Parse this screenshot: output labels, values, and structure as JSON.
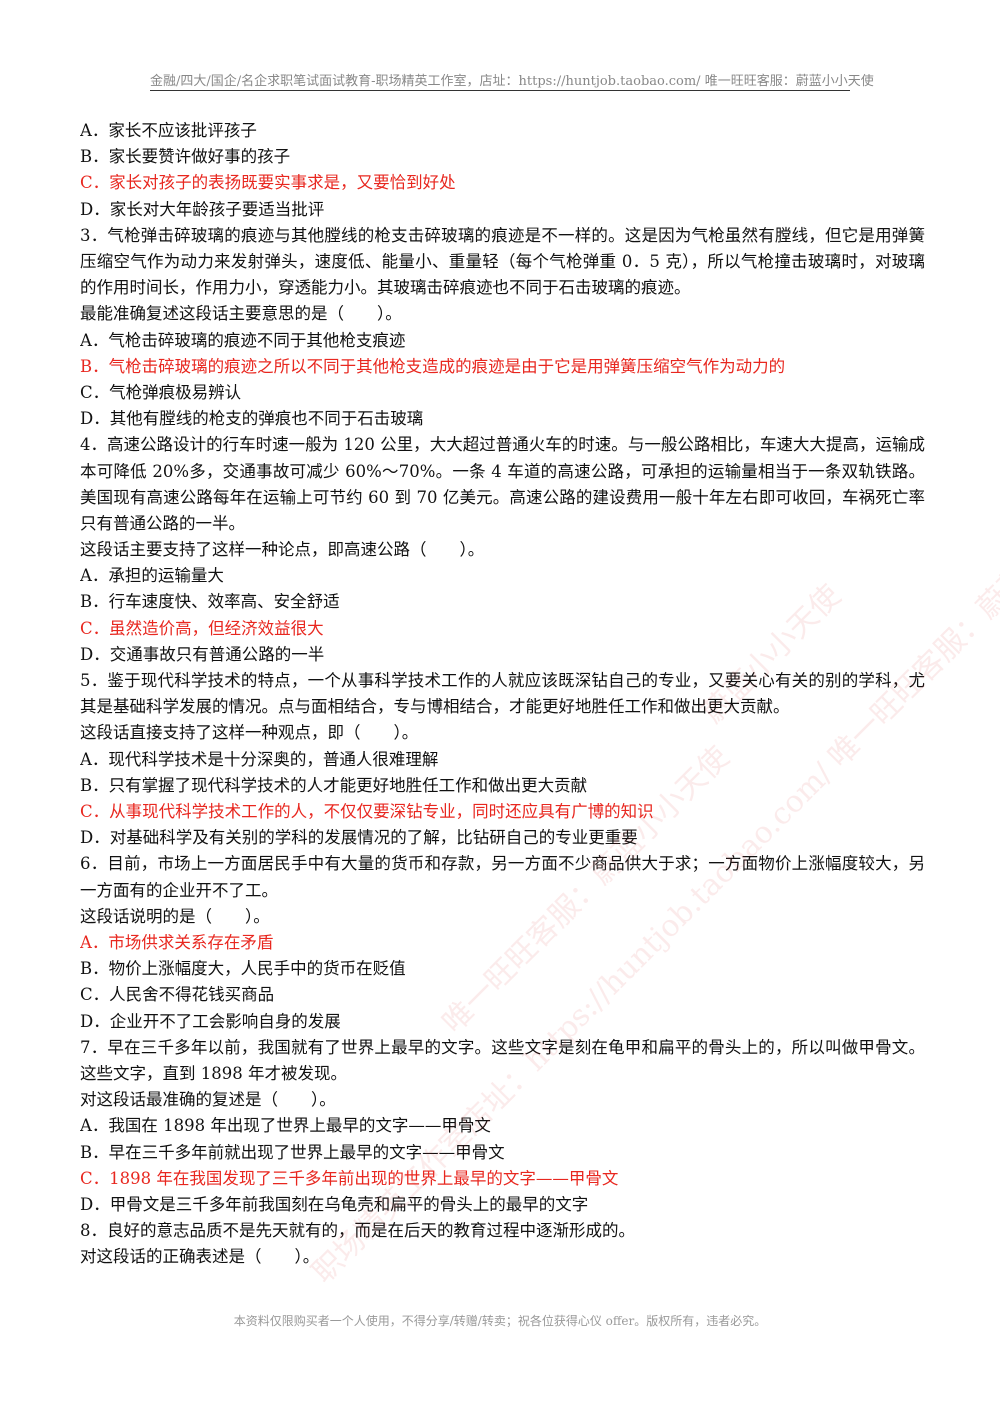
{
  "header": {
    "text": "金融/四大/国企/名企求职笔试面试教育-职场精英工作室，店址：https://huntjob.taobao.com/  唯一旺旺客服：蔚蓝小小天使"
  },
  "body": {
    "q2_options": {
      "a": "A．家长不应该批评孩子",
      "b": "B．家长要赞许做好事的孩子",
      "c": "C．家长对孩子的表扬既要实事求是，又要恰到好处",
      "d": "D．家长对大年龄孩子要适当批评"
    },
    "q3": {
      "text": "3．气枪弹击碎玻璃的痕迹与其他膛线的枪支击碎玻璃的痕迹是不一样的。这是因为气枪虽然有膛线，但它是用弹簧压缩空气作为动力来发射弹头，速度低、能量小、重量轻（每个气枪弹重 0．5 克），所以气枪撞击玻璃时，对玻璃的作用时间长，作用力小，穿透能力小。其玻璃击碎痕迹也不同于石击玻璃的痕迹。",
      "question": "最能准确复述这段话主要意思的是（　　）。",
      "a": "A．气枪击碎玻璃的痕迹不同于其他枪支痕迹",
      "b": "B．气枪击碎玻璃的痕迹之所以不同于其他枪支造成的痕迹是由于它是用弹簧压缩空气作为动力的",
      "c": "C．气枪弹痕极易辨认",
      "d": "D．其他有膛线的枪支的弹痕也不同于石击玻璃"
    },
    "q4": {
      "text": "4．高速公路设计的行车时速一般为 120 公里，大大超过普通火车的时速。与一般公路相比，车速大大提高，运输成本可降低 20%多，交通事故可减少 60%～70%。一条 4 车道的高速公路，可承担的运输量相当于一条双轨铁路。美国现有高速公路每年在运输上可节约 60 到 70 亿美元。高速公路的建设费用一般十年左右即可收回，车祸死亡率只有普通公路的一半。",
      "question": "这段话主要支持了这样一种论点，即高速公路（　　）。",
      "a": "A．承担的运输量大",
      "b": "B．行车速度快、效率高、安全舒适",
      "c": "C．虽然造价高，但经济效益很大",
      "d": "D．交通事故只有普通公路的一半"
    },
    "q5": {
      "text": "5．鉴于现代科学技术的特点，一个从事科学技术工作的人就应该既深钻自己的专业，又要关心有关的别的学科，尤其是基础科学发展的情况。点与面相结合，专与博相结合，才能更好地胜任工作和做出更大贡献。",
      "question": "这段话直接支持了这样一种观点，即（　　）。",
      "a": "A．现代科学技术是十分深奥的，普通人很难理解",
      "b": "B．只有掌握了现代科学技术的人才能更好地胜任工作和做出更大贡献",
      "c": "C．从事现代科学技术工作的人，不仅仅要深钻专业，同时还应具有广博的知识",
      "d": "D．对基础科学及有关别的学科的发展情况的了解，比钻研自己的专业更重要"
    },
    "q6": {
      "text": "6．目前，市场上一方面居民手中有大量的货币和存款，另一方面不少商品供大于求；一方面物价上涨幅度较大，另一方面有的企业开不了工。",
      "question": "这段话说明的是（　　）。",
      "a": "A．市场供求关系存在矛盾",
      "b": "B．物价上涨幅度大，人民手中的货币在贬值",
      "c": "C．人民舍不得花钱买商品",
      "d": "D．企业开不了工会影响自身的发展"
    },
    "q7": {
      "text": "7．早在三千多年以前，我国就有了世界上最早的文字。这些文字是刻在龟甲和扁平的骨头上的，所以叫做甲骨文。这些文字，直到 1898 年才被发现。",
      "question": "对这段话最准确的复述是（　　）。",
      "a": "A．我国在 1898 年出现了世界上最早的文字——甲骨文",
      "b": "B．早在三千多年前就出现了世界上最早的文字——甲骨文",
      "c": "C．1898 年在我国发现了三千多年前出现的世界上最早的文字——甲骨文",
      "d": "D．甲骨文是三千多年前我国刻在乌龟壳和扁平的骨头上的最早的文字"
    },
    "q8": {
      "text": "8．良好的意志品质不是先天就有的，而是在后天的教育过程中逐渐形成的。",
      "question": "对这段话的正确表述是（　　）。"
    }
  },
  "watermarks": [
    "职场精英工作室店址：https://huntjob.taobao.com/ 唯一旺旺客服：蔚蓝小小天使",
    "唯一旺旺客服：蔚蓝小小天使",
    "蔚蓝小小天使"
  ],
  "footer": {
    "text": "本资料仅限购买者一个人使用，不得分享/转赠/转卖；祝各位获得心仪 offer。版权所有，违者必究。"
  },
  "colors": {
    "answer": "#e8271f",
    "text": "#111111",
    "header": "#888888"
  }
}
